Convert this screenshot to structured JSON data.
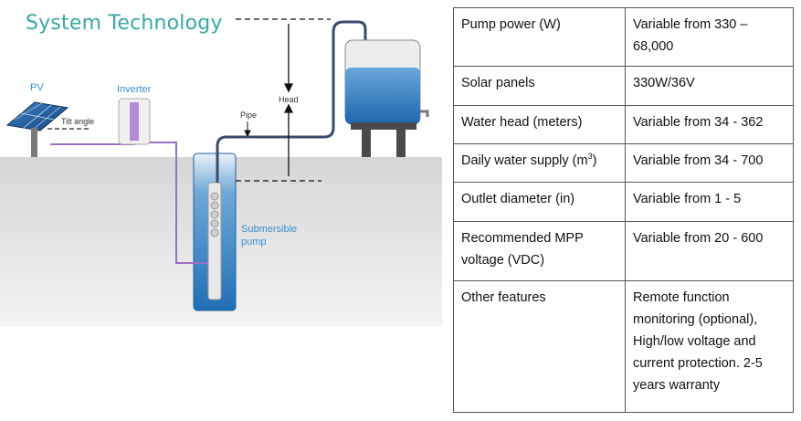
{
  "diagram": {
    "title": "System Technology",
    "labels": {
      "pv": "PV",
      "inverter": "Inverter",
      "tilt_angle": "Tilt angle",
      "pipe": "Pipe",
      "head": "Head",
      "submersible_pump": "Submersible pump"
    },
    "colors": {
      "title": "#3aa6a6",
      "water": "#2f7fc0",
      "ground": "#dcdcdc",
      "cable": "#9b6fc4",
      "pipe": "#3c4a6b"
    }
  },
  "table": {
    "rows": [
      {
        "label": "Pump power (W)",
        "value": "Variable from 330 – 68,000"
      },
      {
        "label": "Solar panels",
        "value": "330W/36V"
      },
      {
        "label": "Water head (meters)",
        "value": "Variable from 34 - 362"
      },
      {
        "label": "Daily water supply (m",
        "sup": "3",
        "label_end": ")",
        "value": "Variable from 34 - 700"
      },
      {
        "label": "Outlet diameter (in)",
        "value": "Variable from 1 - 5"
      },
      {
        "label": "Recommended MPP voltage (VDC)",
        "value": "Variable from 20 - 600"
      },
      {
        "label": "Other features",
        "value": "Remote function monitoring (optional), High/low voltage and current protection. 2-5 years warranty"
      }
    ]
  }
}
